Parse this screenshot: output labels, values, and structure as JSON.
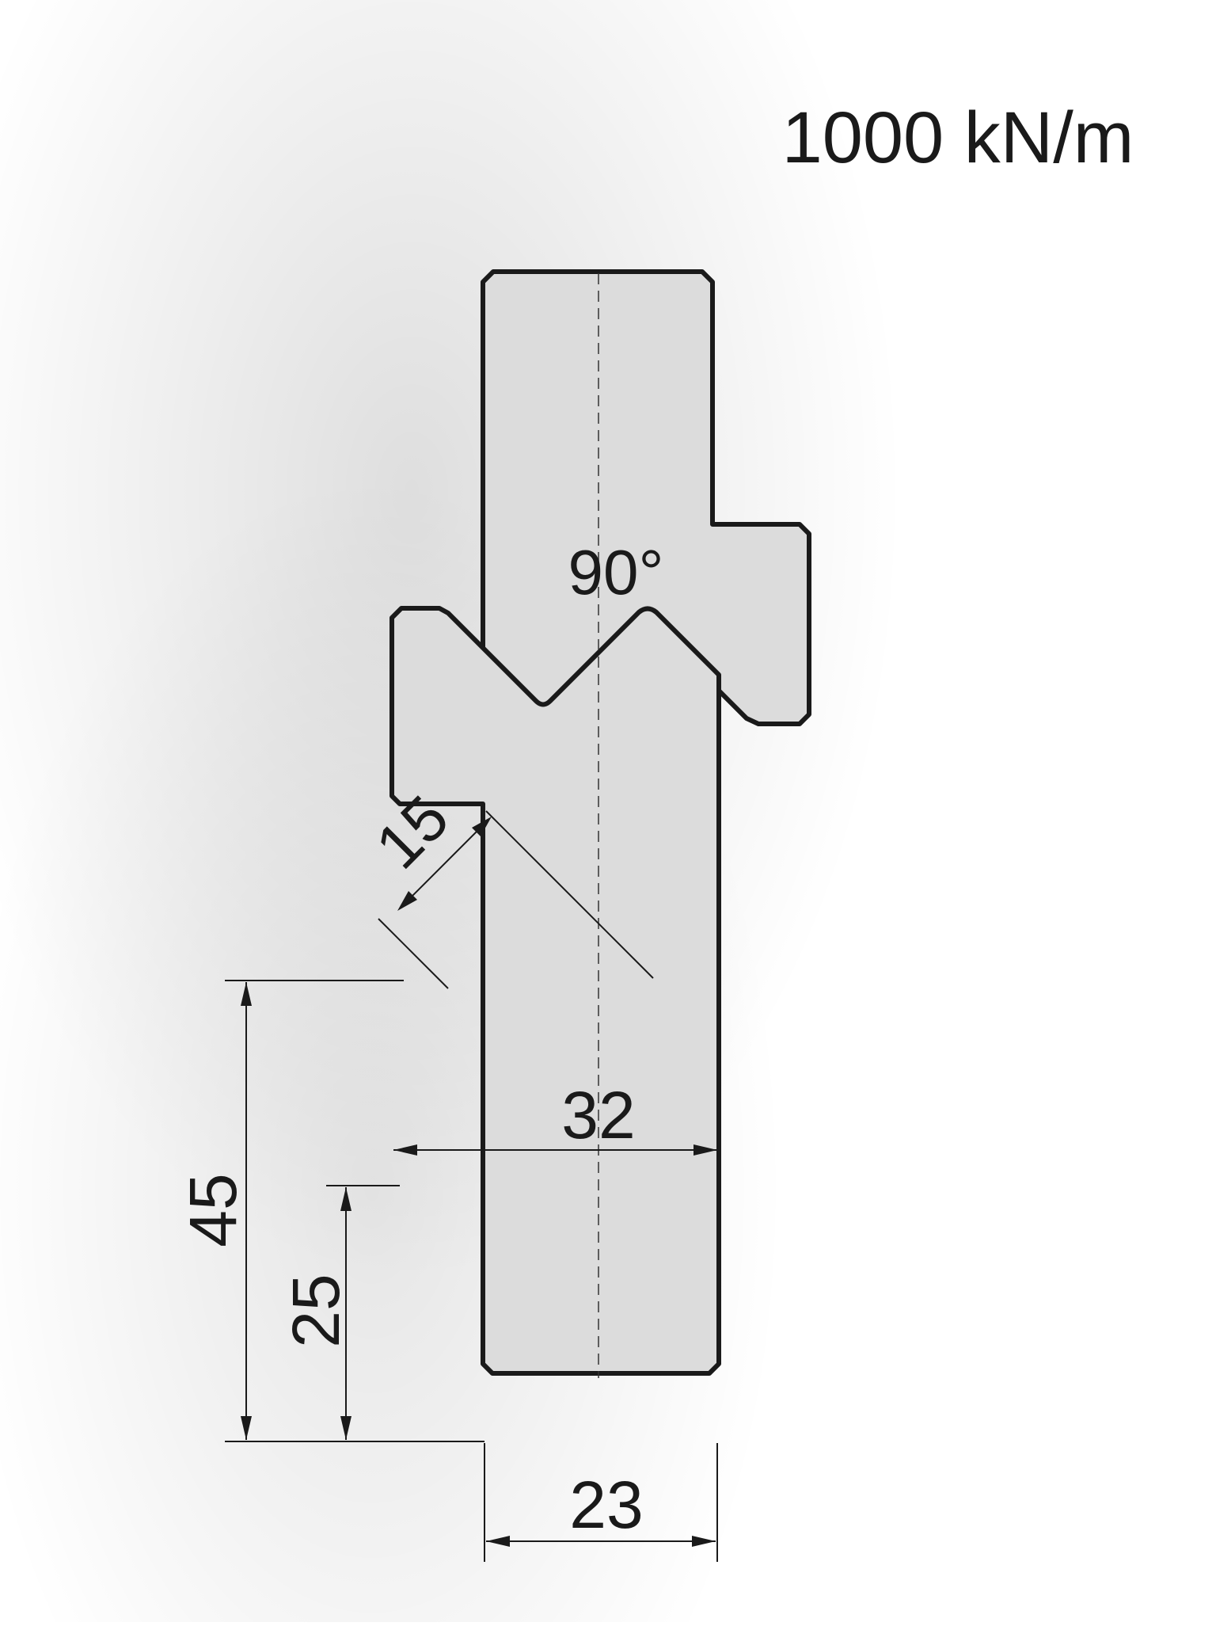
{
  "header": {
    "force_rating": "1000 kN/m"
  },
  "punch": {
    "angle_label": "90°"
  },
  "die": {
    "v_opening_label": "15",
    "width_label": "32",
    "height_label": "45",
    "shoulder_height_label": "25",
    "base_width_label": "23"
  },
  "colors": {
    "profile_fill": "#dcdcdc",
    "outline": "#1a1a1a"
  }
}
